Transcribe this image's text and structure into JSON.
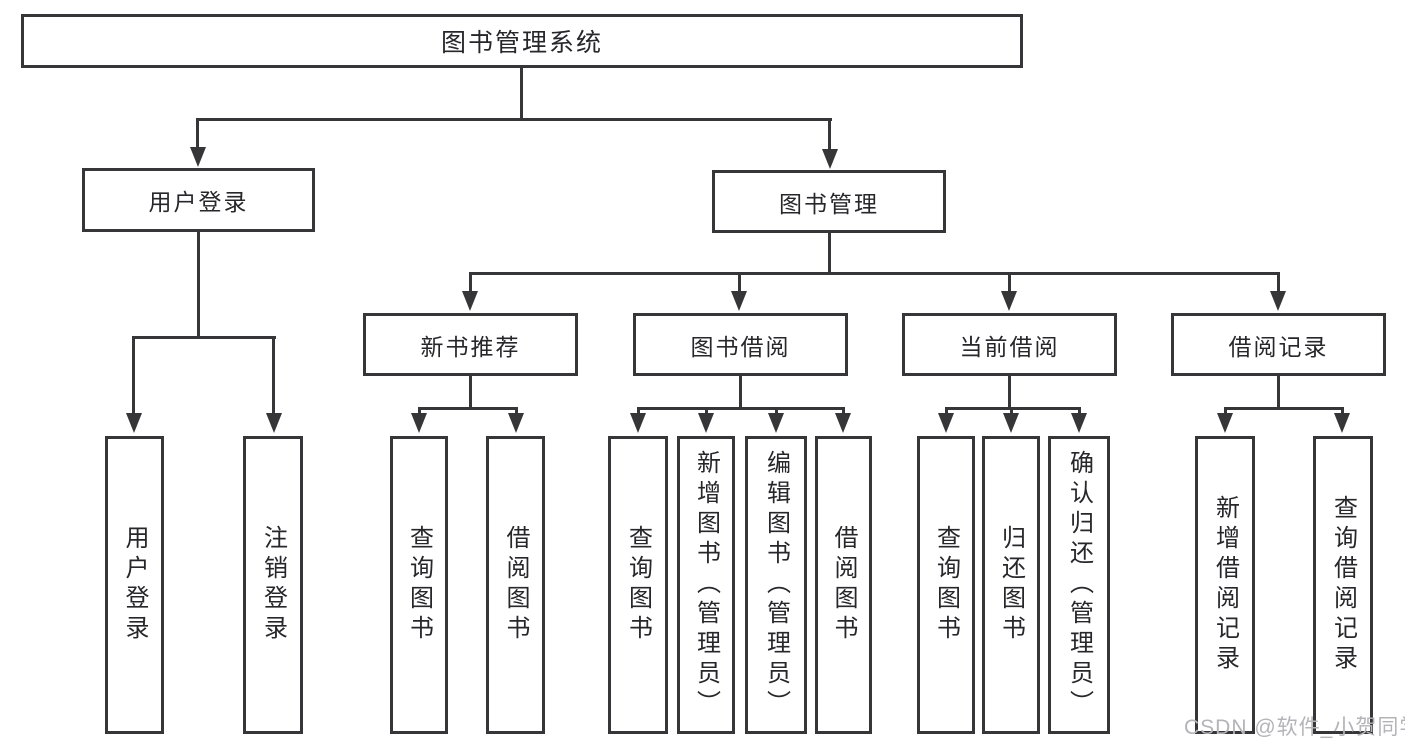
{
  "diagram": {
    "title": "图书管理系统",
    "root": {
      "label": "图书管理系统"
    },
    "branches": {
      "login": {
        "label": "用户登录",
        "leaves": {
          "user_login": "用户登录",
          "logout": "注销登录"
        }
      },
      "mgmt": {
        "label": "图书管理",
        "groups": {
          "newbook": {
            "label": "新书推荐",
            "leaves": {
              "query": "查询图书",
              "borrow": "借阅图书"
            }
          },
          "borrow": {
            "label": "图书借阅",
            "leaves": {
              "query": "查询图书",
              "add": "新增图书（管理员）",
              "edit": "编辑图书（管理员）",
              "borrow": "借阅图书"
            }
          },
          "current": {
            "label": "当前借阅",
            "leaves": {
              "query": "查询图书",
              "return": "归还图书",
              "confirm": "确认归还（管理员）"
            }
          },
          "records": {
            "label": "借阅记录",
            "leaves": {
              "add": "新增借阅记录",
              "query": "查询借阅记录"
            }
          }
        }
      }
    }
  },
  "watermark": "CSDN @软件_小贺同学",
  "colors": {
    "line": "#363639",
    "text": "#27272b",
    "background": "#ffffff",
    "watermark": "#b4b4b8"
  }
}
